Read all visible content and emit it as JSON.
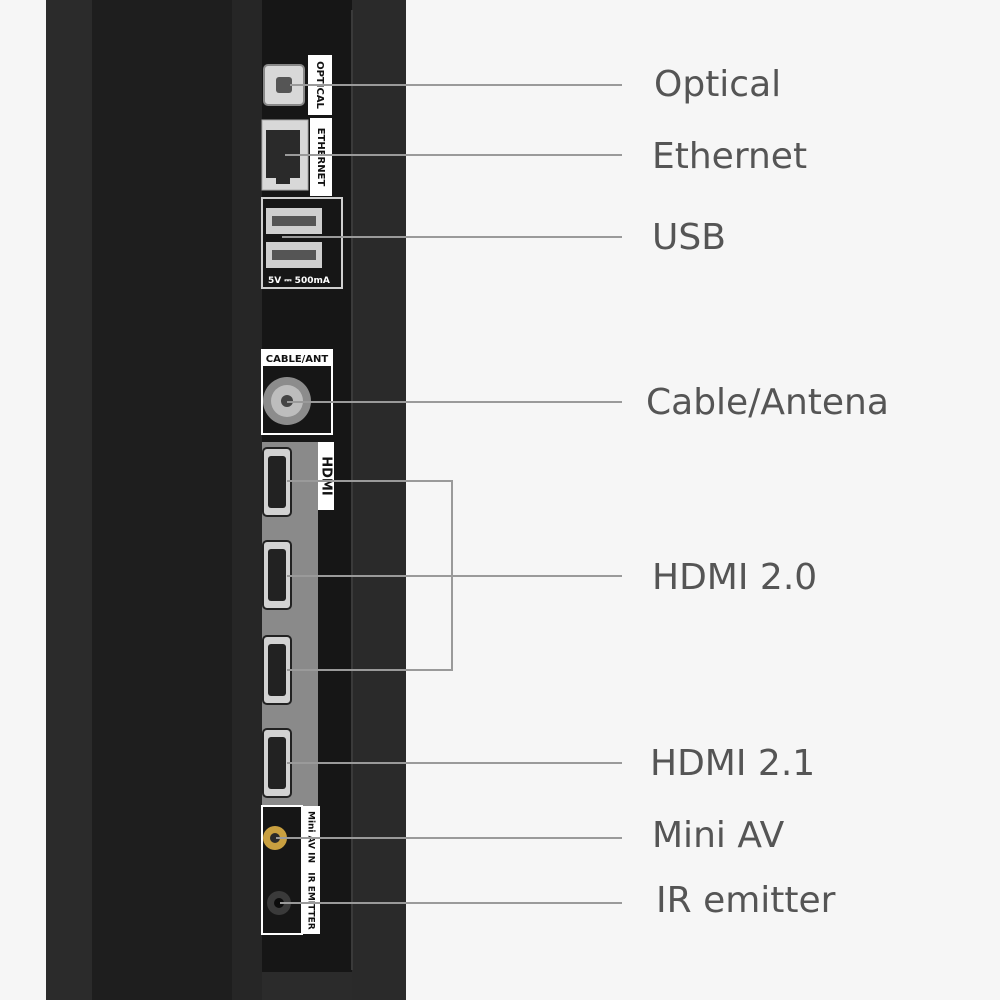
{
  "colors": {
    "background": "#f6f6f6",
    "tv_frame": "#2b2b2b",
    "tv_panel": "#1b1b1b",
    "port_label_bg": "#ffffff",
    "port_group_bg": "#8a8a8a",
    "callout_line": "#9a9a9a",
    "callout_text": "#555555",
    "mini_av_jack": "#c9a040"
  },
  "panel_labels": {
    "optical": "OPTICAL",
    "ethernet": "ETHERNET",
    "usb_rating": "5V ⎓ 500mA",
    "cable_ant": "CABLE/ANT",
    "hdmi_logo": "HDMI",
    "mini_av_in": "Mini AV IN",
    "ir_emitter": "IR EMITTER"
  },
  "callouts": {
    "optical": "Optical",
    "ethernet": "Ethernet",
    "usb": "USB",
    "cable_antenna": "Cable/Antena",
    "hdmi_20": "HDMI 2.0",
    "hdmi_21": "HDMI 2.1",
    "mini_av": "Mini AV",
    "ir_emitter": "IR emitter"
  }
}
